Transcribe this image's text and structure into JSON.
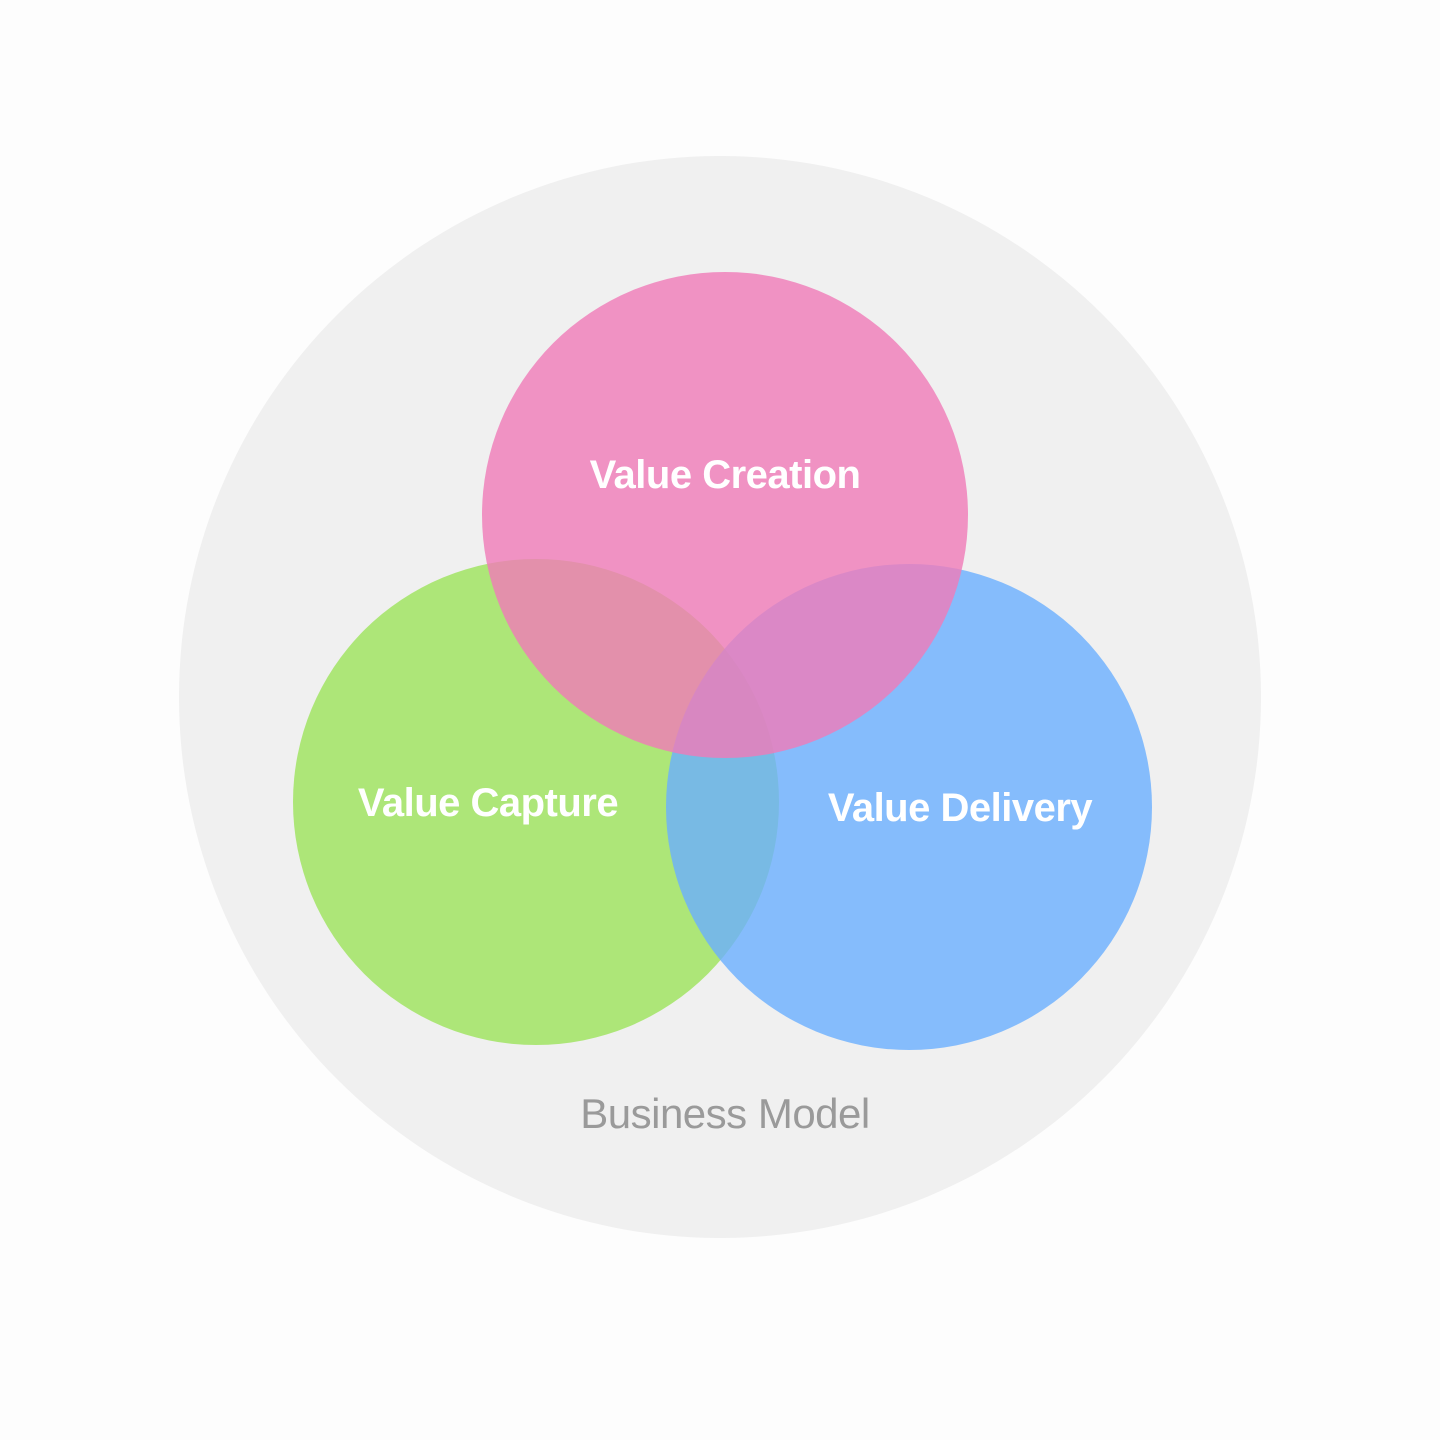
{
  "diagram": {
    "outer": {
      "label": "Business Model",
      "color": "#f0f0f0",
      "label_color": "#9a9a9a"
    },
    "circles": [
      {
        "id": "creation",
        "label": "Value Creation",
        "color": "#f07ab8"
      },
      {
        "id": "capture",
        "label": "Value Capture",
        "color": "#9ce35a"
      },
      {
        "id": "delivery",
        "label": "Value Delivery",
        "color": "#6aafff"
      }
    ],
    "label_color": "#ffffff",
    "background": "#fdfdfd"
  }
}
